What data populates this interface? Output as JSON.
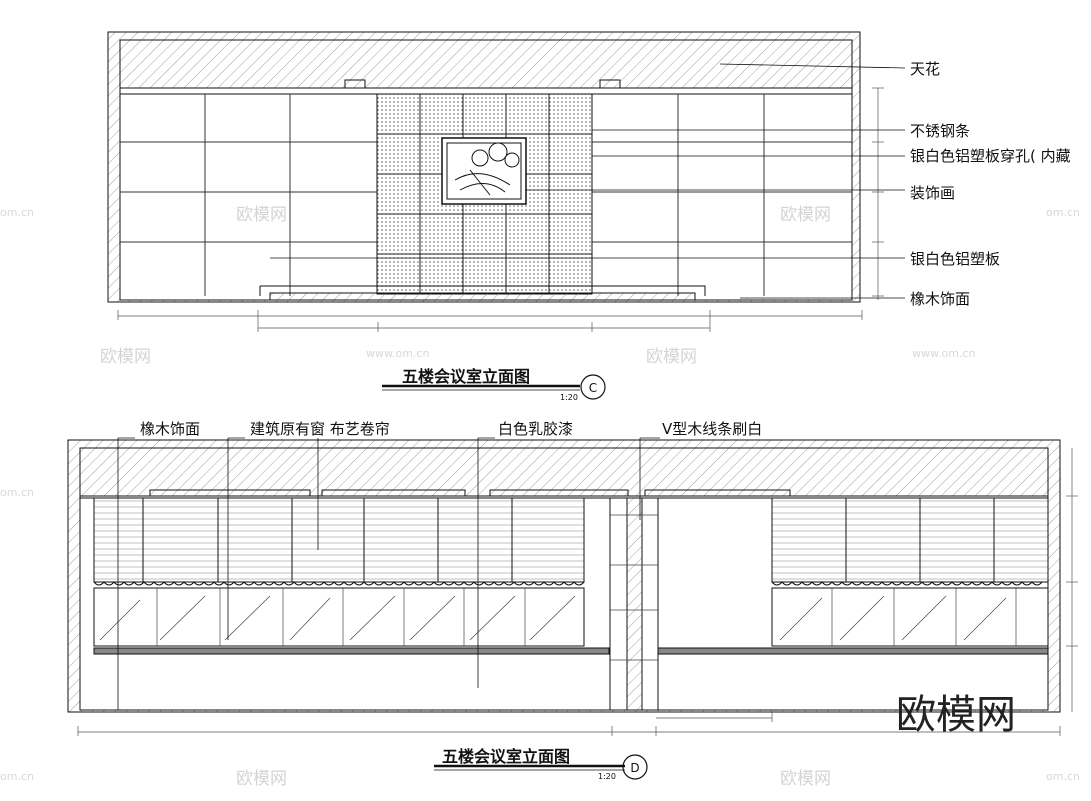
{
  "elevation_c": {
    "title": "五楼会议室立面图",
    "scale": "1:20",
    "tag": "C",
    "labels": [
      "天花",
      "不锈钢条",
      "银白色铝塑板穿孔( 内藏",
      "装饰画",
      "银白色铝塑板",
      "橡木饰面"
    ]
  },
  "elevation_d": {
    "title": "五楼会议室立面图",
    "scale": "1:20",
    "tag": "D",
    "labels": [
      "橡木饰面",
      "建筑原有窗 布艺卷帘",
      "白色乳胶漆",
      "V型木线条刷白"
    ]
  },
  "watermark": {
    "brand": "欧模网",
    "site": "www.om.cn",
    "site_short": "om.cn"
  }
}
